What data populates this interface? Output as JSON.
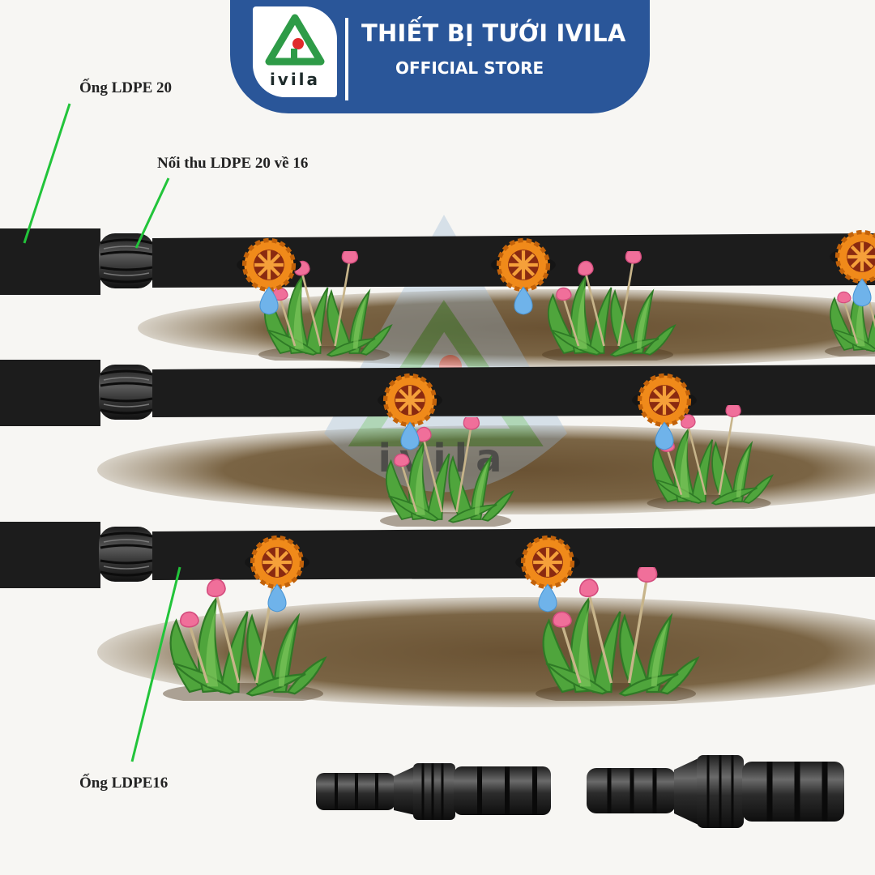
{
  "brand": {
    "title": "THIẾT BỊ TƯỚI IVILA",
    "subtitle": "OFFICIAL STORE",
    "logo_text": "ivila",
    "watermark_text": "ivila",
    "colors": {
      "banner": "#2a5699",
      "logo_green": "#2e9b47",
      "logo_red": "#e02a2a",
      "pipe": "#1c1c1c",
      "soil": "#6f5838",
      "callout_line": "#22c43a"
    }
  },
  "callouts": {
    "pipe20": "Ống LDPE 20",
    "reducer": "Nối thu LDPE 20 về 16",
    "pipe16": "Ống LDPE16"
  },
  "icons": [
    "ivila-logo-icon",
    "drip-emitter-icon",
    "water-drop-icon",
    "plant-icon",
    "tulip-icon",
    "reducer-coupling-icon"
  ]
}
